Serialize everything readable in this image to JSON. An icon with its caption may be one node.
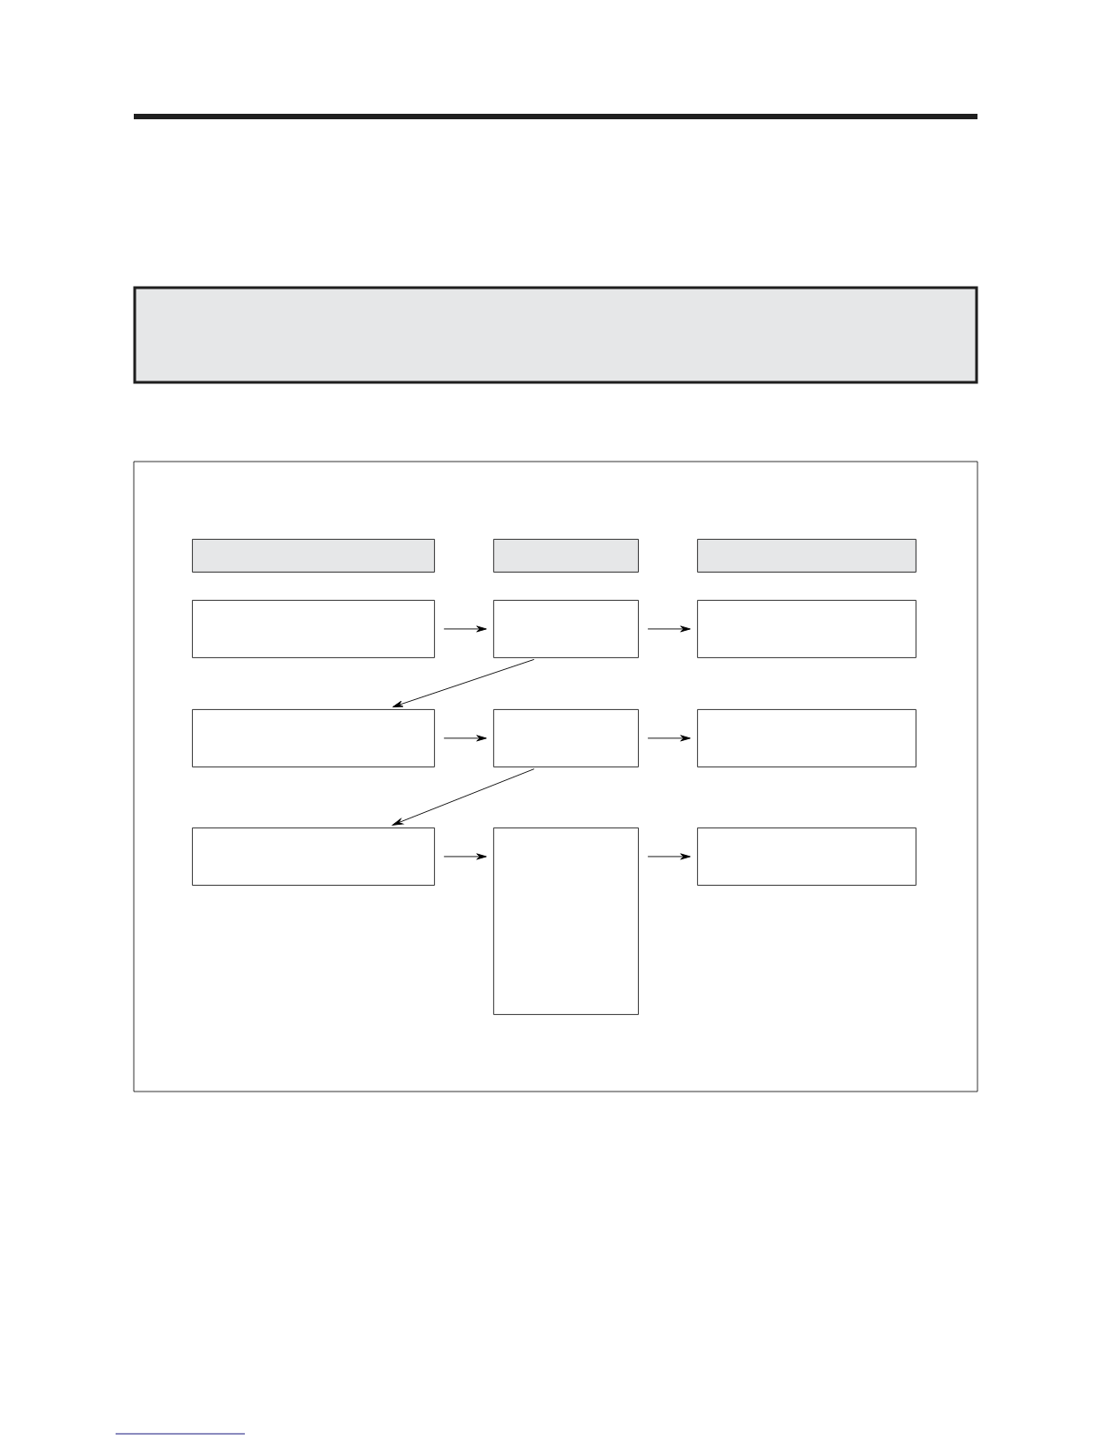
{
  "diagram": {
    "nodes": [
      {
        "text": [],
        "shape": "box"
      },
      {
        "text": [],
        "shape": "box"
      },
      {
        "text": [],
        "shape": "box"
      },
      {
        "text": [],
        "shape": "box"
      },
      {
        "text": [],
        "shape": "box"
      },
      {
        "text": [],
        "shape": "box"
      },
      {
        "text": [],
        "shape": "box"
      },
      {
        "text": [],
        "shape": "box"
      },
      {
        "text": [],
        "shape": "box"
      },
      {
        "text": [],
        "shape": "box"
      },
      {
        "text": [],
        "shape": "box"
      },
      {
        "text": [],
        "shape": "box"
      }
    ],
    "edges": [
      {
        "from": 3,
        "to": 4,
        "arrow": "to"
      },
      {
        "from": 4,
        "to": 5,
        "arrow": "to"
      },
      {
        "from": 4,
        "to": 6,
        "arrow": "to"
      },
      {
        "from": 6,
        "to": 7,
        "arrow": "to"
      },
      {
        "from": 7,
        "to": 8,
        "arrow": "to"
      },
      {
        "from": 7,
        "to": 9,
        "arrow": "to"
      },
      {
        "from": 9,
        "to": 10,
        "arrow": "to"
      },
      {
        "from": 10,
        "to": 11,
        "arrow": "to"
      }
    ]
  }
}
